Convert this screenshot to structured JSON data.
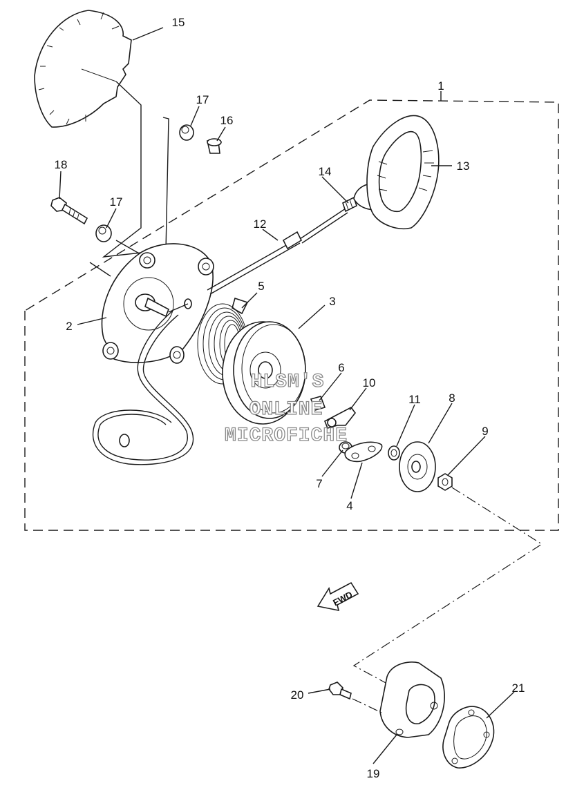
{
  "callouts": [
    {
      "id": "1",
      "label": "1"
    },
    {
      "id": "2",
      "label": "2"
    },
    {
      "id": "3",
      "label": "3"
    },
    {
      "id": "4",
      "label": "4"
    },
    {
      "id": "5",
      "label": "5"
    },
    {
      "id": "6",
      "label": "6"
    },
    {
      "id": "7",
      "label": "7"
    },
    {
      "id": "8",
      "label": "8"
    },
    {
      "id": "9",
      "label": "9"
    },
    {
      "id": "10",
      "label": "10"
    },
    {
      "id": "11",
      "label": "11"
    },
    {
      "id": "12",
      "label": "12"
    },
    {
      "id": "13",
      "label": "13"
    },
    {
      "id": "14",
      "label": "14"
    },
    {
      "id": "15",
      "label": "15"
    },
    {
      "id": "16",
      "label": "16"
    },
    {
      "id": "17a",
      "label": "17"
    },
    {
      "id": "17b",
      "label": "17"
    },
    {
      "id": "18",
      "label": "18"
    },
    {
      "id": "19",
      "label": "19"
    },
    {
      "id": "20",
      "label": "20"
    },
    {
      "id": "21",
      "label": "21"
    }
  ],
  "watermark": {
    "line1": "HLSM'S",
    "line2": "ONLINE",
    "line3": "MICROFICHE"
  },
  "direction_arrow": {
    "label": "FWD",
    "icon": "fwd-arrow-icon"
  },
  "colors": {
    "ink": "#1a1a1a",
    "paper": "#ffffff",
    "watermark_outline": "#8a8a8a"
  }
}
